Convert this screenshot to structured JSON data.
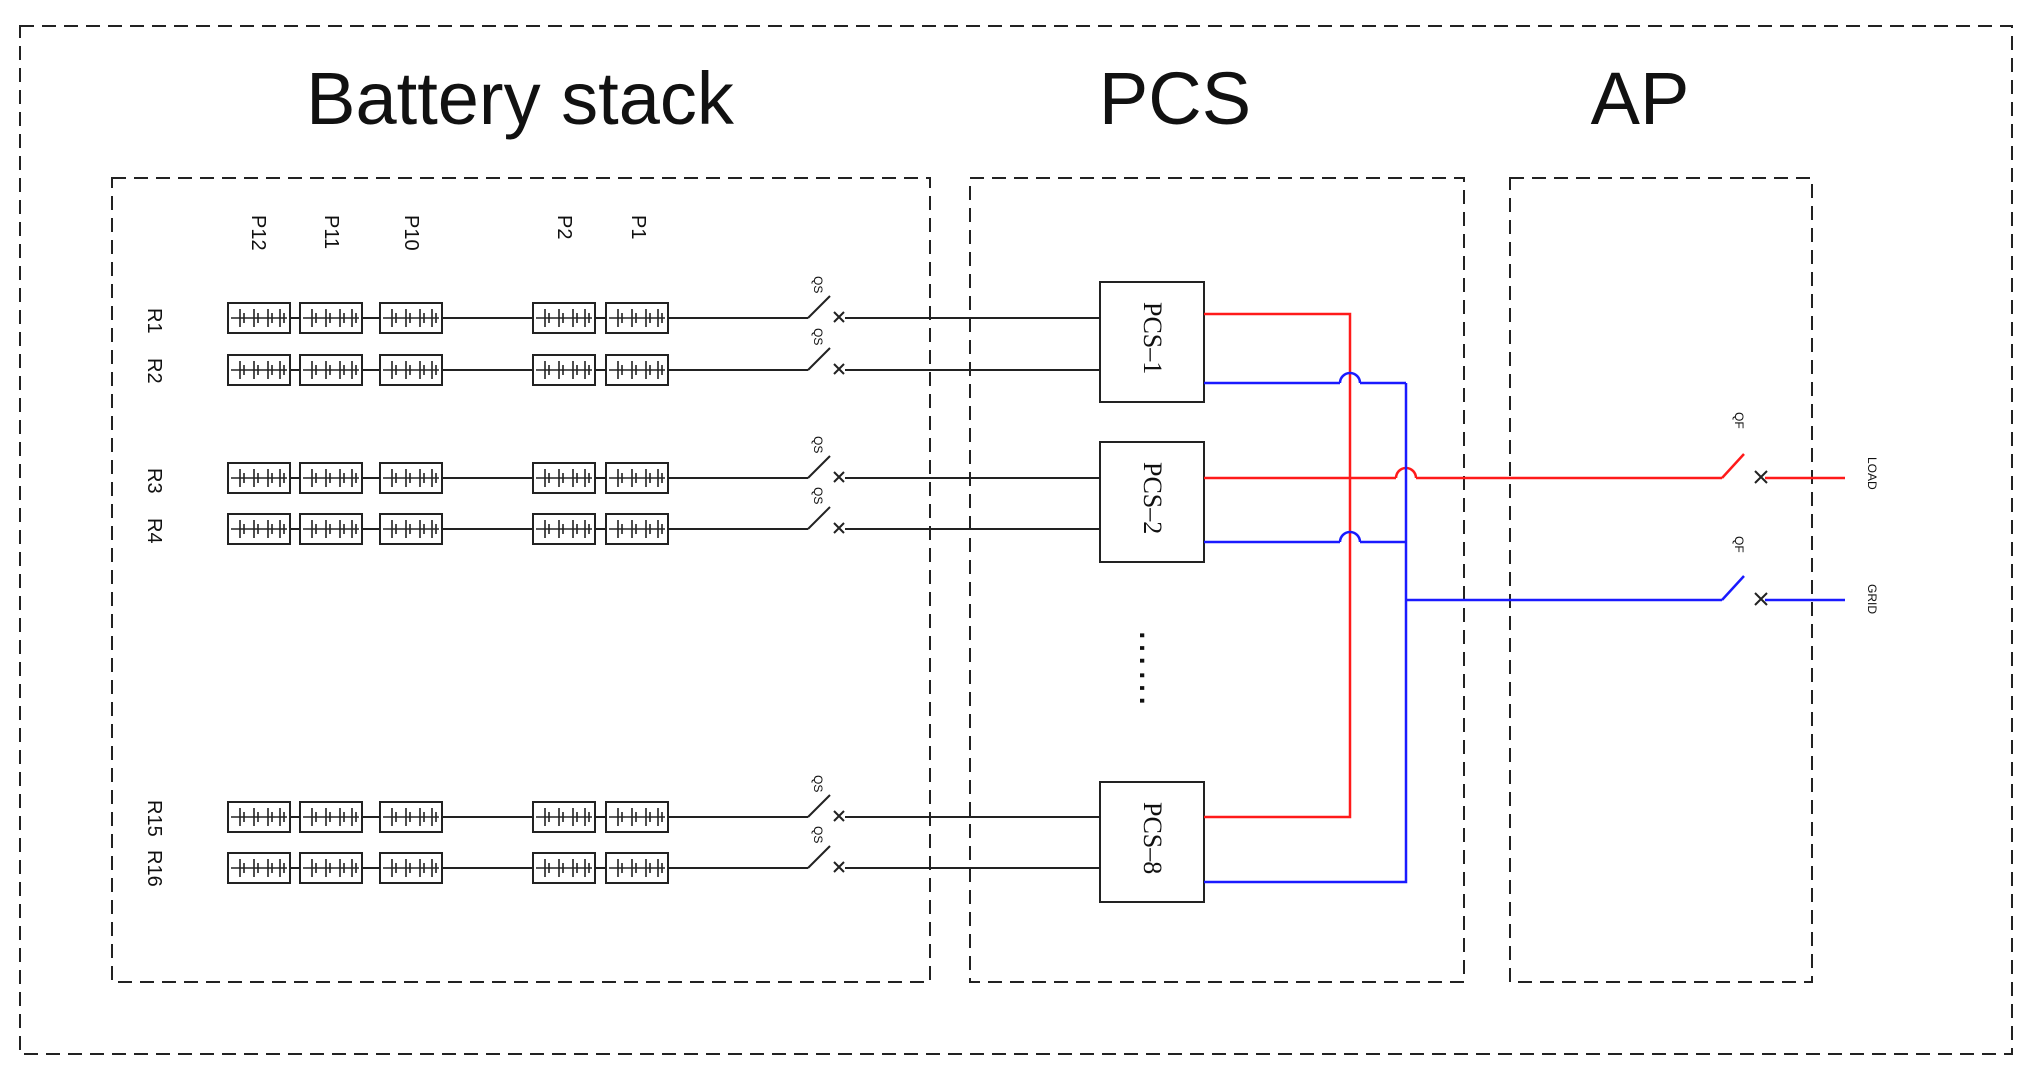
{
  "sections": {
    "battery": "Battery stack",
    "pcs": "PCS",
    "ap": "AP"
  },
  "pack_labels": [
    "P12",
    "P11",
    "P10",
    "P2",
    "P1"
  ],
  "rack_labels": [
    "R1",
    "R2",
    "R3",
    "R4",
    "R15",
    "R16"
  ],
  "switch_label": "QS",
  "pcs_units": [
    "PCS–1",
    "PCS–2",
    "PCS–8"
  ],
  "ellipsis": "……",
  "breaker_label": "QF",
  "outputs": [
    "LOAD",
    "GRID"
  ],
  "colors": {
    "phase_red": "#ff1a1a",
    "phase_blue": "#1a1aff",
    "line": "#222222"
  }
}
